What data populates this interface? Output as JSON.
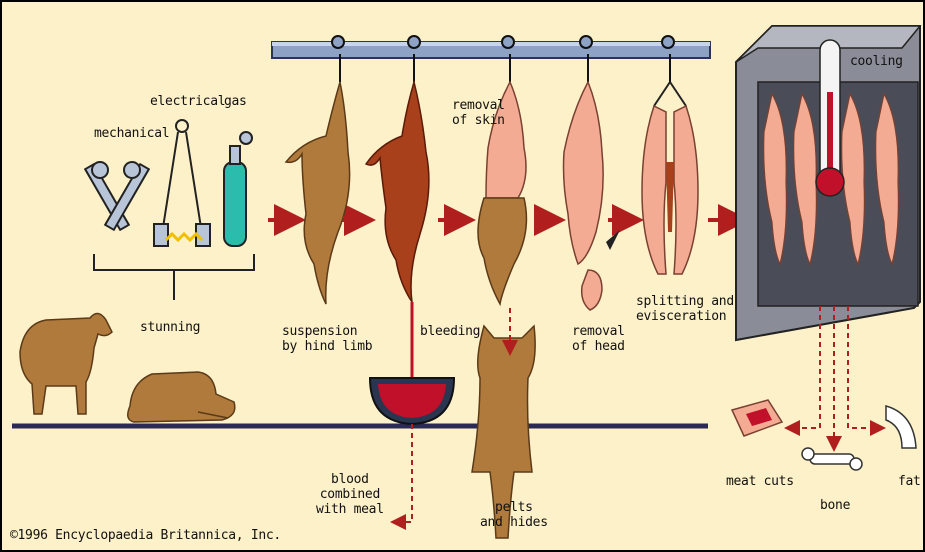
{
  "labels": {
    "mechanical": "mechanical",
    "electrical": "electrical",
    "gas": "gas",
    "stunning": "stunning",
    "removal_skin": "removal\nof skin",
    "suspension": "suspension\nby hind limb",
    "bleeding": "bleeding",
    "removal_head": "removal\nof head",
    "splitting": "splitting and\nevisceration",
    "cooling": "cooling",
    "blood": "blood\ncombined\nwith meal",
    "pelts": "pelts\nand hides",
    "meat_cuts": "meat cuts",
    "bone": "bone",
    "fat": "fat",
    "copyright": "©1996 Encyclopaedia Britannica, Inc."
  },
  "colors": {
    "background": "#fdf1c9",
    "carcass_brown": "#b07a3c",
    "bleeding_red": "#a8401c",
    "skinned_pink": "#f3ab94",
    "arrow_red": "#b01e1e",
    "rail_blue": "#8da2c4",
    "cooler_grey": "#8a8d97",
    "blood": "#c0102a"
  }
}
